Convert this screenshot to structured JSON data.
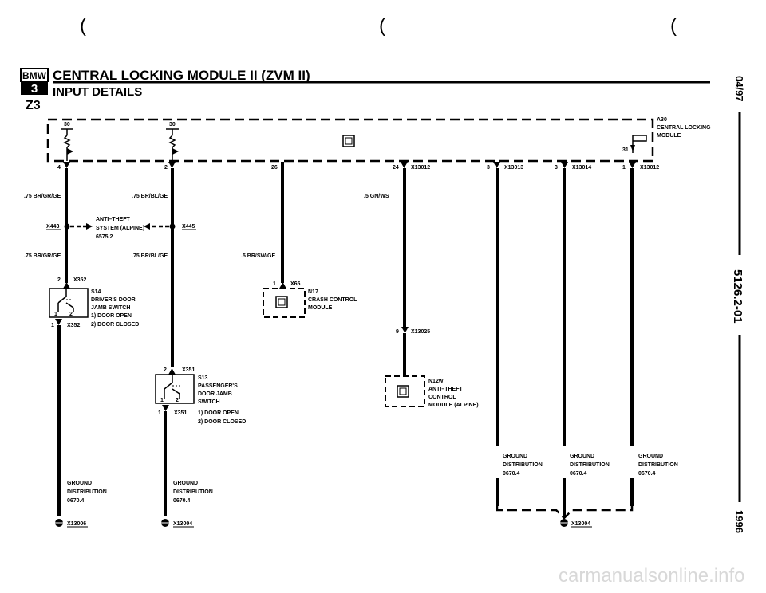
{
  "header": {
    "badge_top": "BMW",
    "badge_num": "3",
    "model": "Z3",
    "title": "CENTRAL LOCKING MODULE II (ZVM II)",
    "subtitle": "INPUT DETAILS"
  },
  "side": {
    "date": "04/97",
    "code": "5126.2-01",
    "year": "1996"
  },
  "module": {
    "id": "A30",
    "name1": "CENTRAL LOCKING",
    "name2": "MODULE",
    "power_a": "30",
    "power_b": "30",
    "pin_31": "31"
  },
  "pins": {
    "p4": "4",
    "p2": "2",
    "p26": "26",
    "p24": "24",
    "p3a": "3",
    "p3b": "3",
    "p1": "1",
    "x13012a": "X13012",
    "x13013": "X13013",
    "x13014": "X13014",
    "x13012b": "X13012"
  },
  "wires": {
    "w1": ".75 BR/GR/GE",
    "w2": ".75 BR/BL/GE",
    "w3": ".5 GN/WS",
    "w4": ".75 BR/GR/GE",
    "w5": ".75 BR/BL/GE",
    "w6": ".5 BR/SW/GE"
  },
  "antitheft": {
    "x443": "X443",
    "x445": "X445",
    "line1": "ANTI–THEFT",
    "line2": "SYSTEM (ALPINE)",
    "line3": "6575.2"
  },
  "s14": {
    "pin_top": "2",
    "conn_top": "X352",
    "id": "S14",
    "line1": "DRIVER'S DOOR",
    "line2": "JAMB SWITCH",
    "state1": "1)  DOOR OPEN",
    "state2": "2)  DOOR CLOSED",
    "pin_bot": "1",
    "conn_bot": "X352",
    "sw1": "1",
    "sw2": "2"
  },
  "s13": {
    "pin_top": "2",
    "conn_top": "X351",
    "id": "S13",
    "line1": "PASSENGER'S",
    "line2": "DOOR JAMB",
    "line3": "SWITCH",
    "state1": "1)  DOOR OPEN",
    "state2": "2)  DOOR CLOSED",
    "pin_bot": "1",
    "conn_bot": "X351",
    "sw1": "1",
    "sw2": "2"
  },
  "n17": {
    "pin": "1",
    "conn": "X65",
    "id": "N17",
    "line1": "CRASH CONTROL",
    "line2": "MODULE"
  },
  "n12w": {
    "pin": "9",
    "conn": "X13025",
    "id": "N12w",
    "line1": "ANTI–THEFT",
    "line2": "CONTROL",
    "line3": "MODULE (ALPINE)"
  },
  "grounds": {
    "g1": {
      "l1": "GROUND",
      "l2": "DISTRIBUTION",
      "l3": "0670.4",
      "conn": "X13006"
    },
    "g2": {
      "l1": "GROUND",
      "l2": "DISTRIBUTION",
      "l3": "0670.4",
      "conn": "X13004"
    },
    "g3": {
      "l1": "GROUND",
      "l2": "DISTRIBUTION",
      "l3": "0670.4"
    },
    "g4": {
      "l1": "GROUND",
      "l2": "DISTRIBUTION",
      "l3": "0670.4"
    },
    "g5": {
      "l1": "GROUND",
      "l2": "DISTRIBUTION",
      "l3": "0670.4"
    },
    "g_common": "X13004"
  },
  "watermark": "carmanualsonline.info"
}
